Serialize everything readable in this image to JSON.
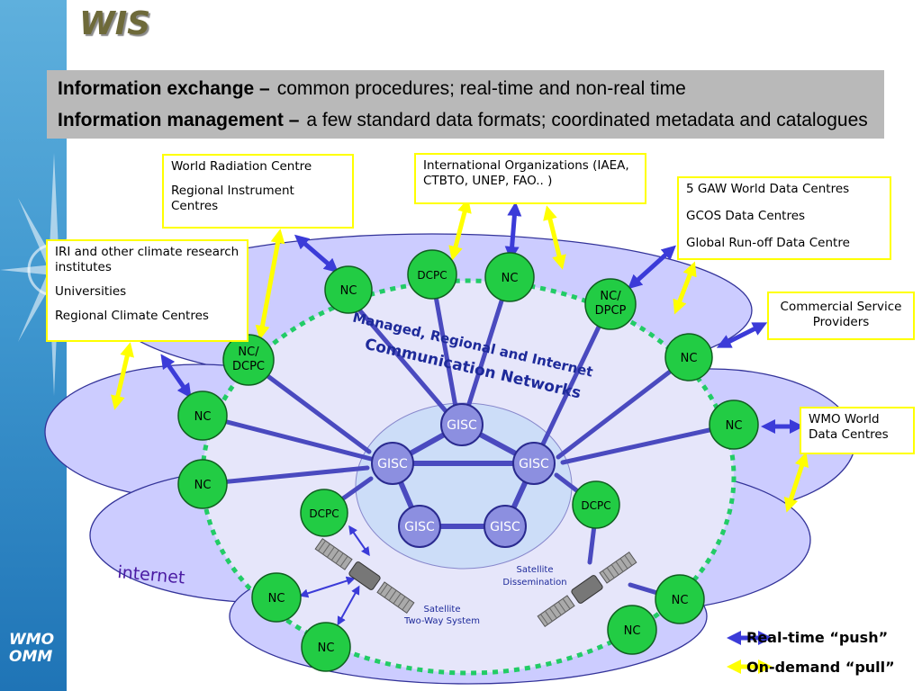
{
  "title": "WIS",
  "logo": [
    "WMO",
    "OMM"
  ],
  "header": {
    "line1_bold": "Information exchange –",
    "line1_text": "common procedures; real-time and non-real time",
    "line2_bold": "Information management –",
    "line2_text": "a few standard data formats; coordinated metadata and catalogues"
  },
  "boxes": {
    "world_radiation": [
      "World Radiation Centre",
      "Regional Instrument Centres"
    ],
    "international_orgs": [
      "International Organizations (IAEA, CTBTO, UNEP, FAO.. )"
    ],
    "gaw": [
      "5 GAW World Data Centres",
      "GCOS Data Centres",
      "Global Run-off Data Centre"
    ],
    "iri": [
      "IRI and other climate research institutes",
      "Universities",
      "Regional Climate Centres"
    ],
    "commercial": [
      "Commercial Service Providers"
    ],
    "wmo_world": [
      "WMO World Data Centres"
    ]
  },
  "network_label": [
    "Managed, Regional and Internet",
    "Communication Networks"
  ],
  "internet_label": "internet",
  "nodes": {
    "gisc": "GISC",
    "nc": "NC",
    "dcpc": "DCPC",
    "nc_dcpc": [
      "NC/",
      "DCPC"
    ],
    "nc_dpcp": [
      "NC/",
      "DPCP"
    ]
  },
  "satellite_two_way": [
    "Satellite",
    "Two-Way System"
  ],
  "satellite_dissemination": [
    "Satellite",
    "Dissemination"
  ],
  "legend": {
    "push": "Real-time “push”",
    "pull": "On-demand “pull”"
  },
  "colors": {
    "sidebar": "#3f97cf",
    "cloud": "#ccccff",
    "node_green": "#22cc44",
    "gisc_blue": "#8c8fe0",
    "push_arrow": "#3b3bd8",
    "pull_arrow": "#ffff00",
    "box_border": "#ffff00",
    "header_bg": "#b9b9b9"
  }
}
